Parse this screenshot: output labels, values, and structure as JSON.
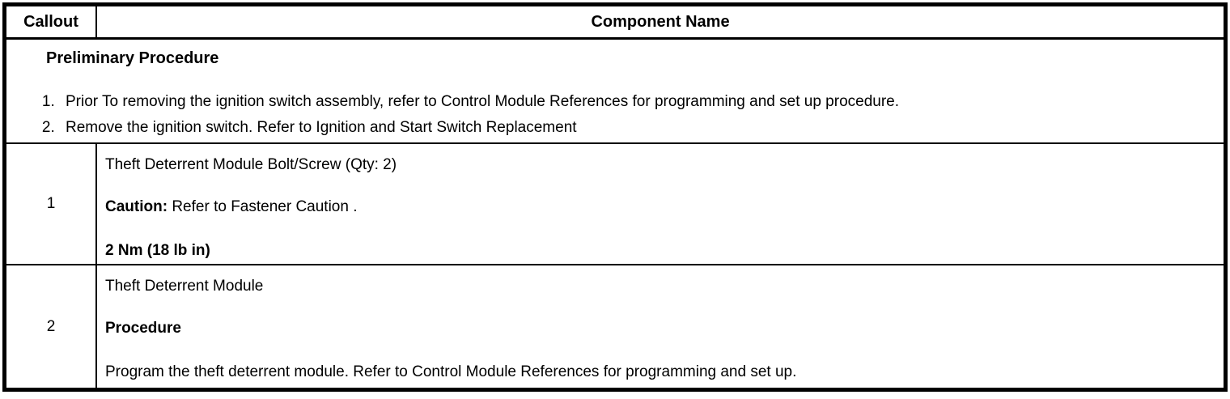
{
  "colors": {
    "border": "#000000",
    "background": "#ffffff",
    "text": "#000000"
  },
  "table": {
    "headers": {
      "callout": "Callout",
      "component": "Component Name"
    },
    "preliminary": {
      "title": "Preliminary Procedure",
      "steps": [
        "Prior To removing the ignition switch assembly, refer to Control Module References for programming and set up procedure.",
        "Remove the ignition switch. Refer to Ignition and Start Switch Replacement"
      ]
    },
    "rows": [
      {
        "callout": "1",
        "name": "Theft Deterrent Module Bolt/Screw (Qty: 2)",
        "caution_label": "Caution:",
        "caution_text": " Refer to Fastener Caution .",
        "torque": "2 Nm (18 lb in)"
      },
      {
        "callout": "2",
        "name": "Theft Deterrent Module",
        "procedure_label": "Procedure",
        "procedure_text": "Program the theft deterrent module. Refer to Control Module References for programming and set up."
      }
    ]
  }
}
